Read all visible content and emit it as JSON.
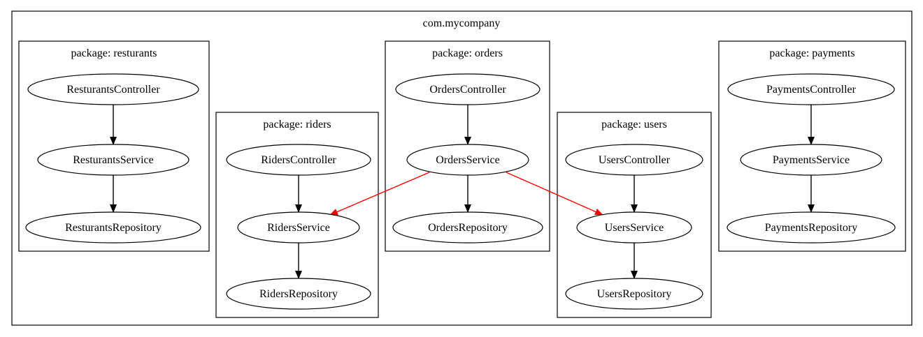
{
  "root": {
    "label": "com.mycompany"
  },
  "colors": {
    "edge_internal": "#000000",
    "edge_cross": "#ff0000"
  },
  "packages": [
    {
      "id": "resturants",
      "label": "package: resturants",
      "nodes": {
        "controller": "ResturantsController",
        "service": "ResturantsService",
        "repository": "ResturantsRepository"
      }
    },
    {
      "id": "riders",
      "label": "package: riders",
      "nodes": {
        "controller": "RidersController",
        "service": "RidersService",
        "repository": "RidersRepository"
      }
    },
    {
      "id": "orders",
      "label": "package: orders",
      "nodes": {
        "controller": "OrdersController",
        "service": "OrdersService",
        "repository": "OrdersRepository"
      }
    },
    {
      "id": "users",
      "label": "package: users",
      "nodes": {
        "controller": "UsersController",
        "service": "UsersService",
        "repository": "UsersRepository"
      }
    },
    {
      "id": "payments",
      "label": "package: payments",
      "nodes": {
        "controller": "PaymentsController",
        "service": "PaymentsService",
        "repository": "PaymentsRepository"
      }
    }
  ],
  "edges": [
    {
      "from": "ResturantsController",
      "to": "ResturantsService",
      "kind": "internal"
    },
    {
      "from": "ResturantsService",
      "to": "ResturantsRepository",
      "kind": "internal"
    },
    {
      "from": "RidersController",
      "to": "RidersService",
      "kind": "internal"
    },
    {
      "from": "RidersService",
      "to": "RidersRepository",
      "kind": "internal"
    },
    {
      "from": "OrdersController",
      "to": "OrdersService",
      "kind": "internal"
    },
    {
      "from": "OrdersService",
      "to": "OrdersRepository",
      "kind": "internal"
    },
    {
      "from": "UsersController",
      "to": "UsersService",
      "kind": "internal"
    },
    {
      "from": "UsersService",
      "to": "UsersRepository",
      "kind": "internal"
    },
    {
      "from": "PaymentsController",
      "to": "PaymentsService",
      "kind": "internal"
    },
    {
      "from": "PaymentsService",
      "to": "PaymentsRepository",
      "kind": "internal"
    },
    {
      "from": "OrdersService",
      "to": "RidersService",
      "kind": "cross"
    },
    {
      "from": "OrdersService",
      "to": "UsersService",
      "kind": "cross"
    }
  ]
}
